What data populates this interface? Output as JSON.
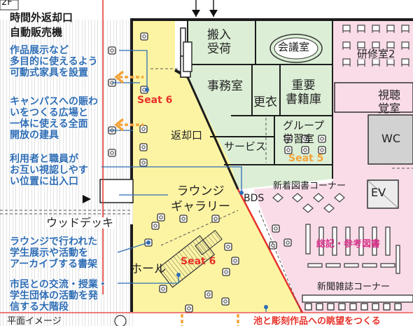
{
  "floor_label": "2F",
  "labels": {
    "return_outside_hours": "時間外返却口",
    "vending": "自動販売機",
    "note_exhibit": [
      "作品展示など",
      "多目的に使えるよう",
      "可動式家具を設置"
    ],
    "note_campus": [
      "キャンパスへの賑わ",
      "いをつくる広場と",
      "一体に使える全面",
      "開放の建具"
    ],
    "note_staff": [
      "利用者と職員が",
      "お互い視認しやす",
      "い位置に出入口"
    ],
    "wood_deck": "ウッドデッキ",
    "note_lounge": [
      "ラウンジで行われた",
      "学生展示や活動を",
      "アーカイブする書架"
    ],
    "note_hall": [
      "市民との交流・授業・",
      "学生団体の活動を発",
      "信する大階段"
    ],
    "bottom_left_cut": "平面イメージ",
    "bottom_right_cut": "池と彫刻作品への眺望をつくる"
  },
  "rooms": {
    "receiving": [
      "搬入",
      "受荷"
    ],
    "meeting": "会議室",
    "training": "研修室2",
    "office": "事務室",
    "locker": "更衣",
    "archive": [
      "重要",
      "書籍庫"
    ],
    "av": [
      "視聴",
      "覚室"
    ],
    "group": [
      "グループ",
      "学習室"
    ],
    "wc": "WC",
    "service": "サービス",
    "return_desk": "返却口",
    "lounge": [
      "ラウンジ",
      "ギャラリー"
    ],
    "bds": "BDS",
    "new_books": "新着図書コーナー",
    "ev": "EV",
    "general": "総記・参考図書",
    "hall": "ホール",
    "periodicals": "新聞雑誌コーナー"
  },
  "seats": {
    "seat6_upper": "Seat 6",
    "seat5": "Seat 5",
    "seat6_hall": "Seat 6"
  },
  "colors": {
    "lounge_yellow": "#fdf4a3",
    "office_green": "#dcefd6",
    "reading_pink": "#f9dce8",
    "wc_gray": "#d2d2d2",
    "leader_blue": "#2e6db5",
    "seat_red": "#e8322a",
    "seat_orange": "#f3a33a"
  }
}
